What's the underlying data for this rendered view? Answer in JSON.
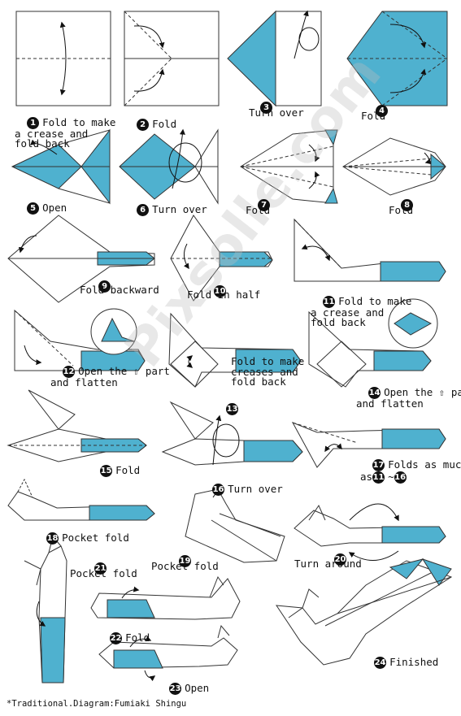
{
  "colors": {
    "paper_blue": "#4fb1cf",
    "line": "#333333"
  },
  "steps": [
    {
      "n": "1",
      "caption": "Fold to make\na crease and\nfold back"
    },
    {
      "n": "2",
      "caption": "Fold"
    },
    {
      "n": "3",
      "caption": "Turn over"
    },
    {
      "n": "4",
      "caption": "Fold"
    },
    {
      "n": "5",
      "caption": "Open"
    },
    {
      "n": "6",
      "caption": "Turn over"
    },
    {
      "n": "7",
      "caption": "Fold"
    },
    {
      "n": "8",
      "caption": "Fold"
    },
    {
      "n": "9",
      "caption": "Fold backward"
    },
    {
      "n": "10",
      "caption": "Fold in half"
    },
    {
      "n": "11",
      "caption": "Fold to make\na crease and\nfold back"
    },
    {
      "n": "12",
      "caption": "Open the ⇧ part\nand flatten"
    },
    {
      "n": "13",
      "caption": "Fold to make\ncreases and\nfold back"
    },
    {
      "n": "14",
      "caption": "Open the ⇧ part\nand flatten"
    },
    {
      "n": "15",
      "caption": "Fold"
    },
    {
      "n": "16",
      "caption": "Turn over"
    },
    {
      "n": "17",
      "caption": "Folds as much\nas",
      "ref_from": "11",
      "ref_sep": "~",
      "ref_to": "16"
    },
    {
      "n": "18",
      "caption": "Pocket fold"
    },
    {
      "n": "19",
      "caption": "Pocket fold"
    },
    {
      "n": "20",
      "caption": "Turn around"
    },
    {
      "n": "21",
      "caption": "Pocket fold"
    },
    {
      "n": "22",
      "caption": "Fold"
    },
    {
      "n": "23",
      "caption": "Open"
    },
    {
      "n": "24",
      "caption": "Finished"
    }
  ],
  "watermark": "Pixsolle.com",
  "credit": "*Traditional.Diagram:Fumiaki Shingu"
}
